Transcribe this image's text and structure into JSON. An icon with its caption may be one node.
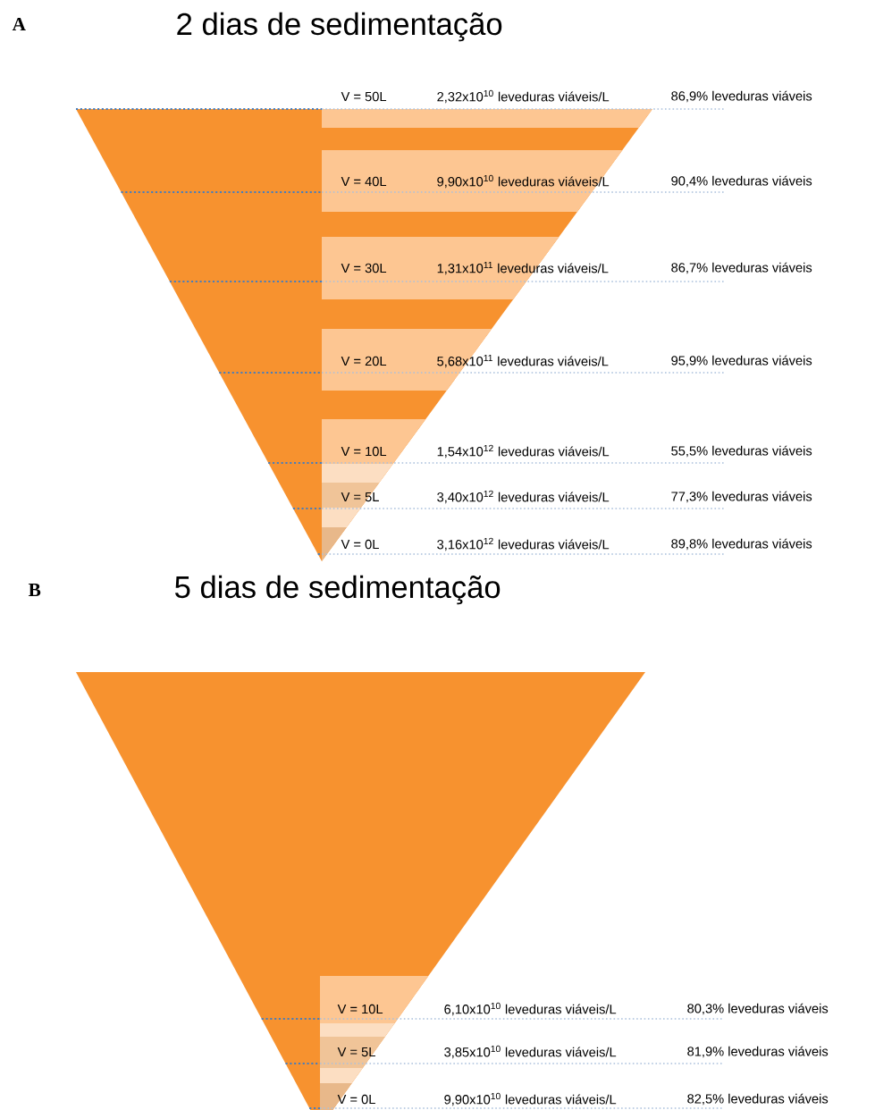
{
  "diagram": {
    "labels": [
      "A",
      "2 dias de sedimentação",
      "V = 50L",
      "2,32x10$^{10}$ leveduras viáveis/L",
      "86,9% leveduras viáveis",
      "V = 40L",
      "9,90x10$^{10}$ leveduras viáveis/L",
      "90,4% leveduras viáveis",
      "V = 30L",
      "1,31x10$^{11}$ leveduras viáveis/L",
      "86,7% leveduras viáveis",
      "V = 20L",
      "5,68x10$^{11}$ leveduras viáveis/L",
      "95,9% leveduras viáveis",
      "V = 10L",
      "1,54x10$^{12}$ leveduras viáveis/L",
      "55,5% leveduras viáveis",
      "V = 5L",
      "3,40x10$^{12}$ leveduras viáveis/L",
      "77,3% leveduras viáveis",
      "V = 0L",
      "3,16x10$^{12}$ leveduras viáveis/L",
      "89,8% leveduras viáveis",
      "B",
      "5 dias de sedimentação",
      "V = 10L",
      "6,10x10$^{10}$ leveduras viáveis/L",
      "80,3% leveduras viáveis",
      "V = 5L",
      "3,85x10$^{10}$ leveduras viáveis/L",
      "81,9% leveduras viáveis",
      "V = 0L",
      "9,90x10$^{10}$ leveduras viáveis/L",
      "82,5% leveduras viáveis"
    ]
  }
}
